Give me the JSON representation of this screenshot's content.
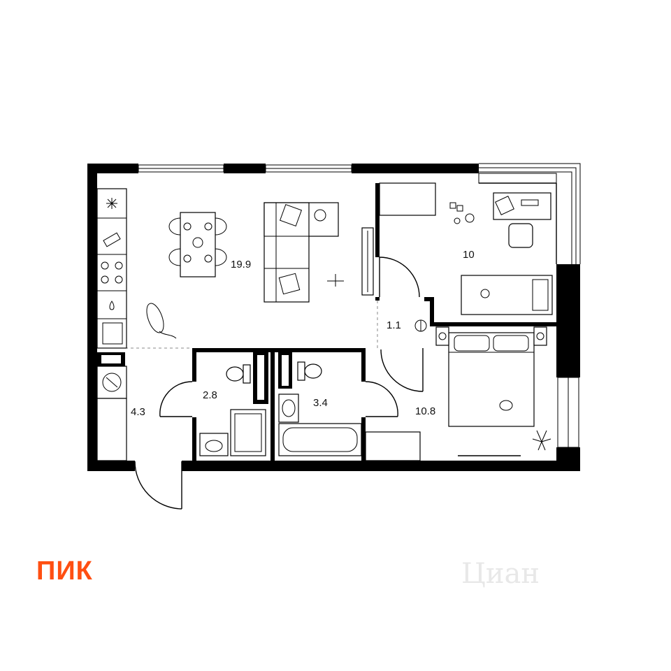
{
  "brand": {
    "logo_text": "ПИК",
    "logo_color": "#ff4f12",
    "watermark_text": "Циан"
  },
  "rooms": [
    {
      "id": "living-kitchen",
      "area": "19.9"
    },
    {
      "id": "hallway",
      "area": "4.3"
    },
    {
      "id": "bathroom-small",
      "area": "2.8"
    },
    {
      "id": "bathroom",
      "area": "3.4"
    },
    {
      "id": "corridor",
      "area": "1.1"
    },
    {
      "id": "kids-room",
      "area": "10"
    },
    {
      "id": "bedroom",
      "area": "10.8"
    }
  ],
  "icons": [
    "fridge-icon",
    "dishwasher-icon",
    "stove-icon",
    "sink-icon",
    "washing-machine-icon",
    "toilet-icon",
    "bathtub-icon",
    "shower-icon",
    "cat-icon",
    "plant-icon",
    "bed-icon",
    "desk-icon",
    "sofa-icon",
    "dining-table-icon"
  ]
}
